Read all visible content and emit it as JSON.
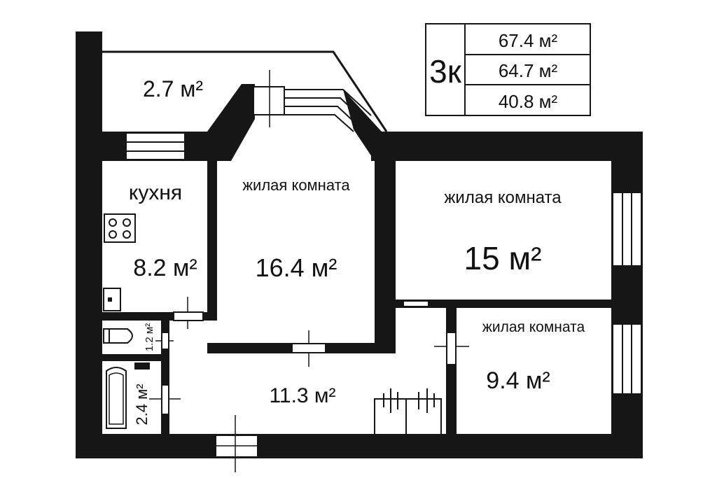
{
  "summary": {
    "rooms_label": "3к",
    "total_area": "67.4 м²",
    "living_area_total": "64.7 м²",
    "living_area": "40.8 м²"
  },
  "rooms": {
    "balcony": {
      "area": "2.7 м²"
    },
    "kitchen": {
      "label": "кухня",
      "area": "8.2 м²"
    },
    "living_center": {
      "label": "жилая комната",
      "area": "16.4 м²"
    },
    "living_right": {
      "label": "жилая комната",
      "area": "15 м²"
    },
    "living_small": {
      "label": "жилая комната",
      "area": "9.4 м²"
    },
    "hall": {
      "area": "11.3 м²"
    },
    "toilet": {
      "area": "1.2 м²"
    },
    "bathroom": {
      "area": "2.4 м²"
    }
  },
  "colors": {
    "wall": "#161616",
    "background": "#ffffff"
  }
}
